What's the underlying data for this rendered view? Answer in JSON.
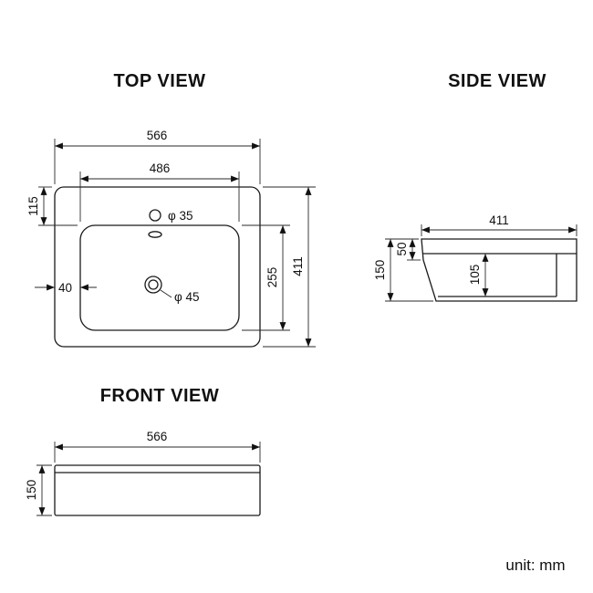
{
  "titles": {
    "top_view": "TOP VIEW",
    "side_view": "SIDE VIEW",
    "front_view": "FRONT VIEW"
  },
  "unit_label": "unit: mm",
  "top_view": {
    "outer_width": "566",
    "inner_width": "486",
    "rim_top": "115",
    "rim_side": "40",
    "inner_depth": "255",
    "outer_depth": "411",
    "faucet_hole": "φ 35",
    "drain_hole": "φ 45"
  },
  "side_view": {
    "depth": "411",
    "front_height": "50",
    "overall_height": "150",
    "bowl_depth": "105"
  },
  "front_view": {
    "width": "566",
    "height": "150"
  }
}
